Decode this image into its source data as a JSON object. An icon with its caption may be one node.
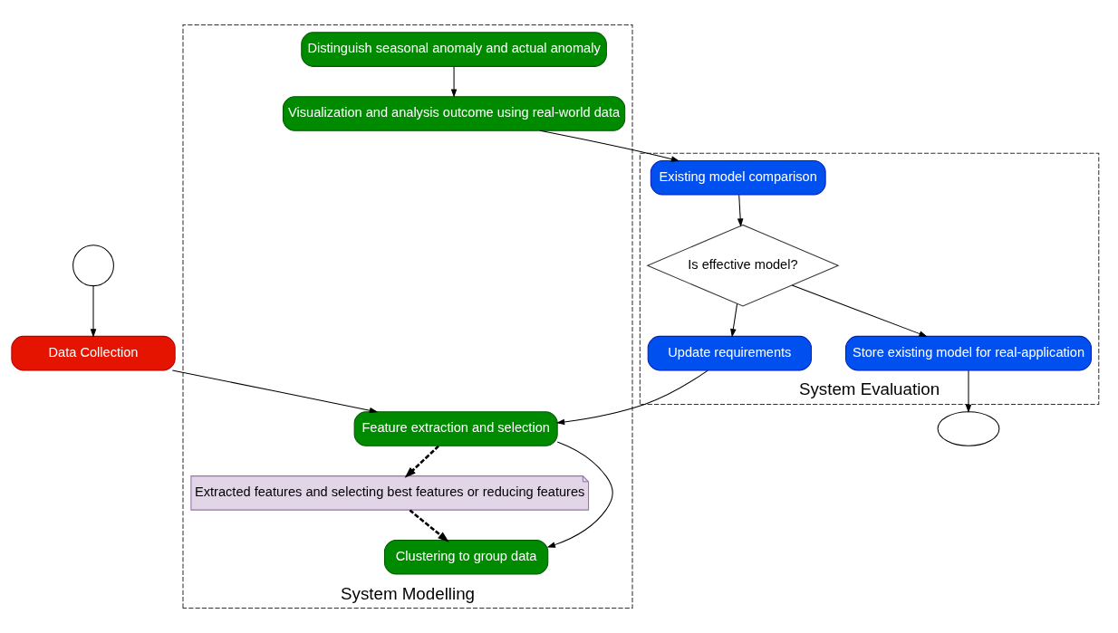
{
  "diagram": {
    "nodes": [
      {
        "text": [],
        "shape": "circle"
      },
      {
        "text": [
          "Data Collection"
        ]
      },
      {
        "text": [
          "System Modelling"
        ]
      },
      {
        "text": [
          "Feature extraction and selection"
        ],
        "in": 2
      },
      {
        "text": [
          "Extracted features and selecting best features or reducing features"
        ],
        "in": 2
      },
      {
        "text": [
          "Clustering to group data"
        ],
        "in": 2
      },
      {
        "text": [
          "Distinguish seasonal anomaly and actual anomaly"
        ],
        "in": 2
      },
      {
        "text": [
          "Visualization and analysis outcome using real-world data"
        ],
        "in": 2
      },
      {
        "text": [
          "System Evaluation"
        ]
      },
      {
        "text": [
          "Update requirements"
        ],
        "in": 8
      },
      {
        "text": [
          "Is effective model?"
        ],
        "in": 8
      },
      {
        "text": [
          "Store existing model for real-application"
        ],
        "in": 8
      },
      {
        "text": [
          "Existing model comparison"
        ],
        "in": 8
      },
      {
        "text": [],
        "shape": "ellipse"
      }
    ],
    "edges": [
      {
        "from": 0,
        "to": 1,
        "arrow": "to"
      },
      {
        "from": 1,
        "to": 3,
        "arrow": "to"
      },
      {
        "from": 3,
        "to": 4,
        "arrow": "to",
        "style": "dashed"
      },
      {
        "from": 4,
        "to": 5,
        "arrow": "to",
        "style": "dashed"
      },
      {
        "from": 3,
        "to": 5,
        "arrow": "to"
      },
      {
        "from": 6,
        "to": 7,
        "arrow": "to"
      },
      {
        "from": 7,
        "to": 12,
        "arrow": "to"
      },
      {
        "from": 12,
        "to": 10,
        "arrow": "to"
      },
      {
        "from": 10,
        "to": 9,
        "arrow": "to"
      },
      {
        "from": 10,
        "to": 11,
        "arrow": "to"
      },
      {
        "from": 9,
        "to": 3,
        "arrow": "to"
      },
      {
        "from": 11,
        "to": 13,
        "arrow": "to"
      }
    ]
  }
}
